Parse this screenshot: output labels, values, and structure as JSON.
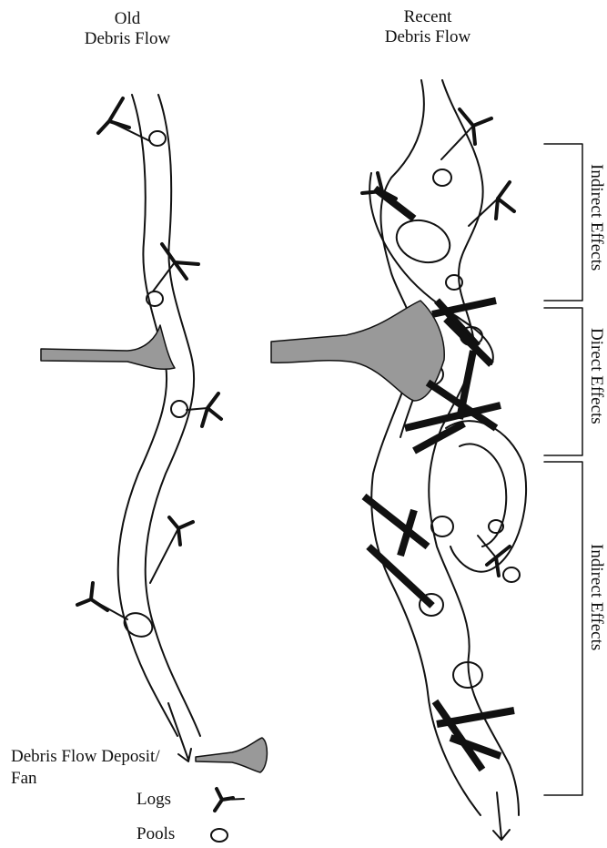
{
  "titles": {
    "old": [
      "Old",
      "Debris Flow"
    ],
    "recent": [
      "Recent",
      "Debris Flow"
    ]
  },
  "brackets": {
    "top": "Indirect Effects",
    "middle": "Direct Effects",
    "bottom": "Indirect Effects"
  },
  "legend": {
    "deposit_line1": "Debris Flow Deposit/",
    "deposit_line2": "Fan",
    "logs": "Logs",
    "pools": "Pools"
  },
  "colors": {
    "stroke": "#111111",
    "deposit_fill": "#999999"
  }
}
